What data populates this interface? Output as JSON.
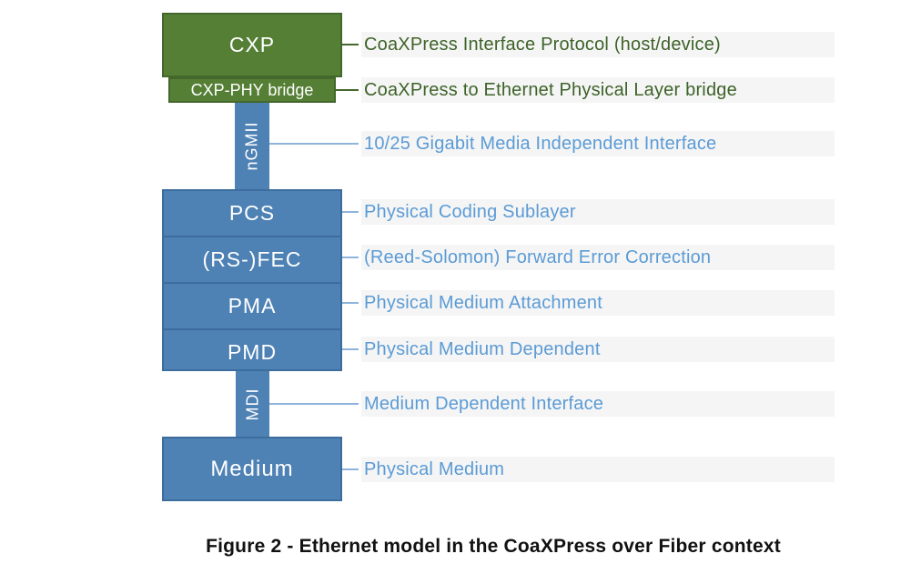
{
  "figure": {
    "caption": "Figure 2 - Ethernet model in the CoaXPress over Fiber context"
  },
  "colors": {
    "green_fill": "#557f35",
    "green_border": "#44672c",
    "green_label_text": "#3e6329",
    "blue_fill": "#4e81b4",
    "blue_border": "#3d6d9e",
    "blue_label_text": "#5b9bd5",
    "blue_leader_line": "#8eb4dc",
    "label_band": "#f5f5f5",
    "box_text": "#ffffff",
    "caption_text": "#111111"
  },
  "layers": [
    {
      "id": "cxp",
      "box_label": "CXP",
      "description": "CoaXPress Interface Protocol (host/device)",
      "family": "green",
      "kind": "box"
    },
    {
      "id": "cxp-phy-bridge",
      "box_label": "CXP-PHY bridge",
      "description": "CoaXPress to Ethernet Physical Layer bridge",
      "family": "green",
      "kind": "box"
    },
    {
      "id": "ngmii",
      "box_label": "nGMII",
      "description": "10/25 Gigabit Media Independent Interface",
      "family": "blue",
      "kind": "vertical-connector"
    },
    {
      "id": "pcs",
      "box_label": "PCS",
      "description": "Physical Coding Sublayer",
      "family": "blue",
      "kind": "box"
    },
    {
      "id": "rs-fec",
      "box_label": "(RS-)FEC",
      "description": "(Reed-Solomon) Forward Error Correction",
      "family": "blue",
      "kind": "box"
    },
    {
      "id": "pma",
      "box_label": "PMA",
      "description": "Physical Medium Attachment",
      "family": "blue",
      "kind": "box"
    },
    {
      "id": "pmd",
      "box_label": "PMD",
      "description": "Physical Medium Dependent",
      "family": "blue",
      "kind": "box"
    },
    {
      "id": "mdi",
      "box_label": "MDI",
      "description": "Medium Dependent Interface",
      "family": "blue",
      "kind": "vertical-connector"
    },
    {
      "id": "medium",
      "box_label": "Medium",
      "description": "Physical Medium",
      "family": "blue",
      "kind": "box"
    }
  ]
}
